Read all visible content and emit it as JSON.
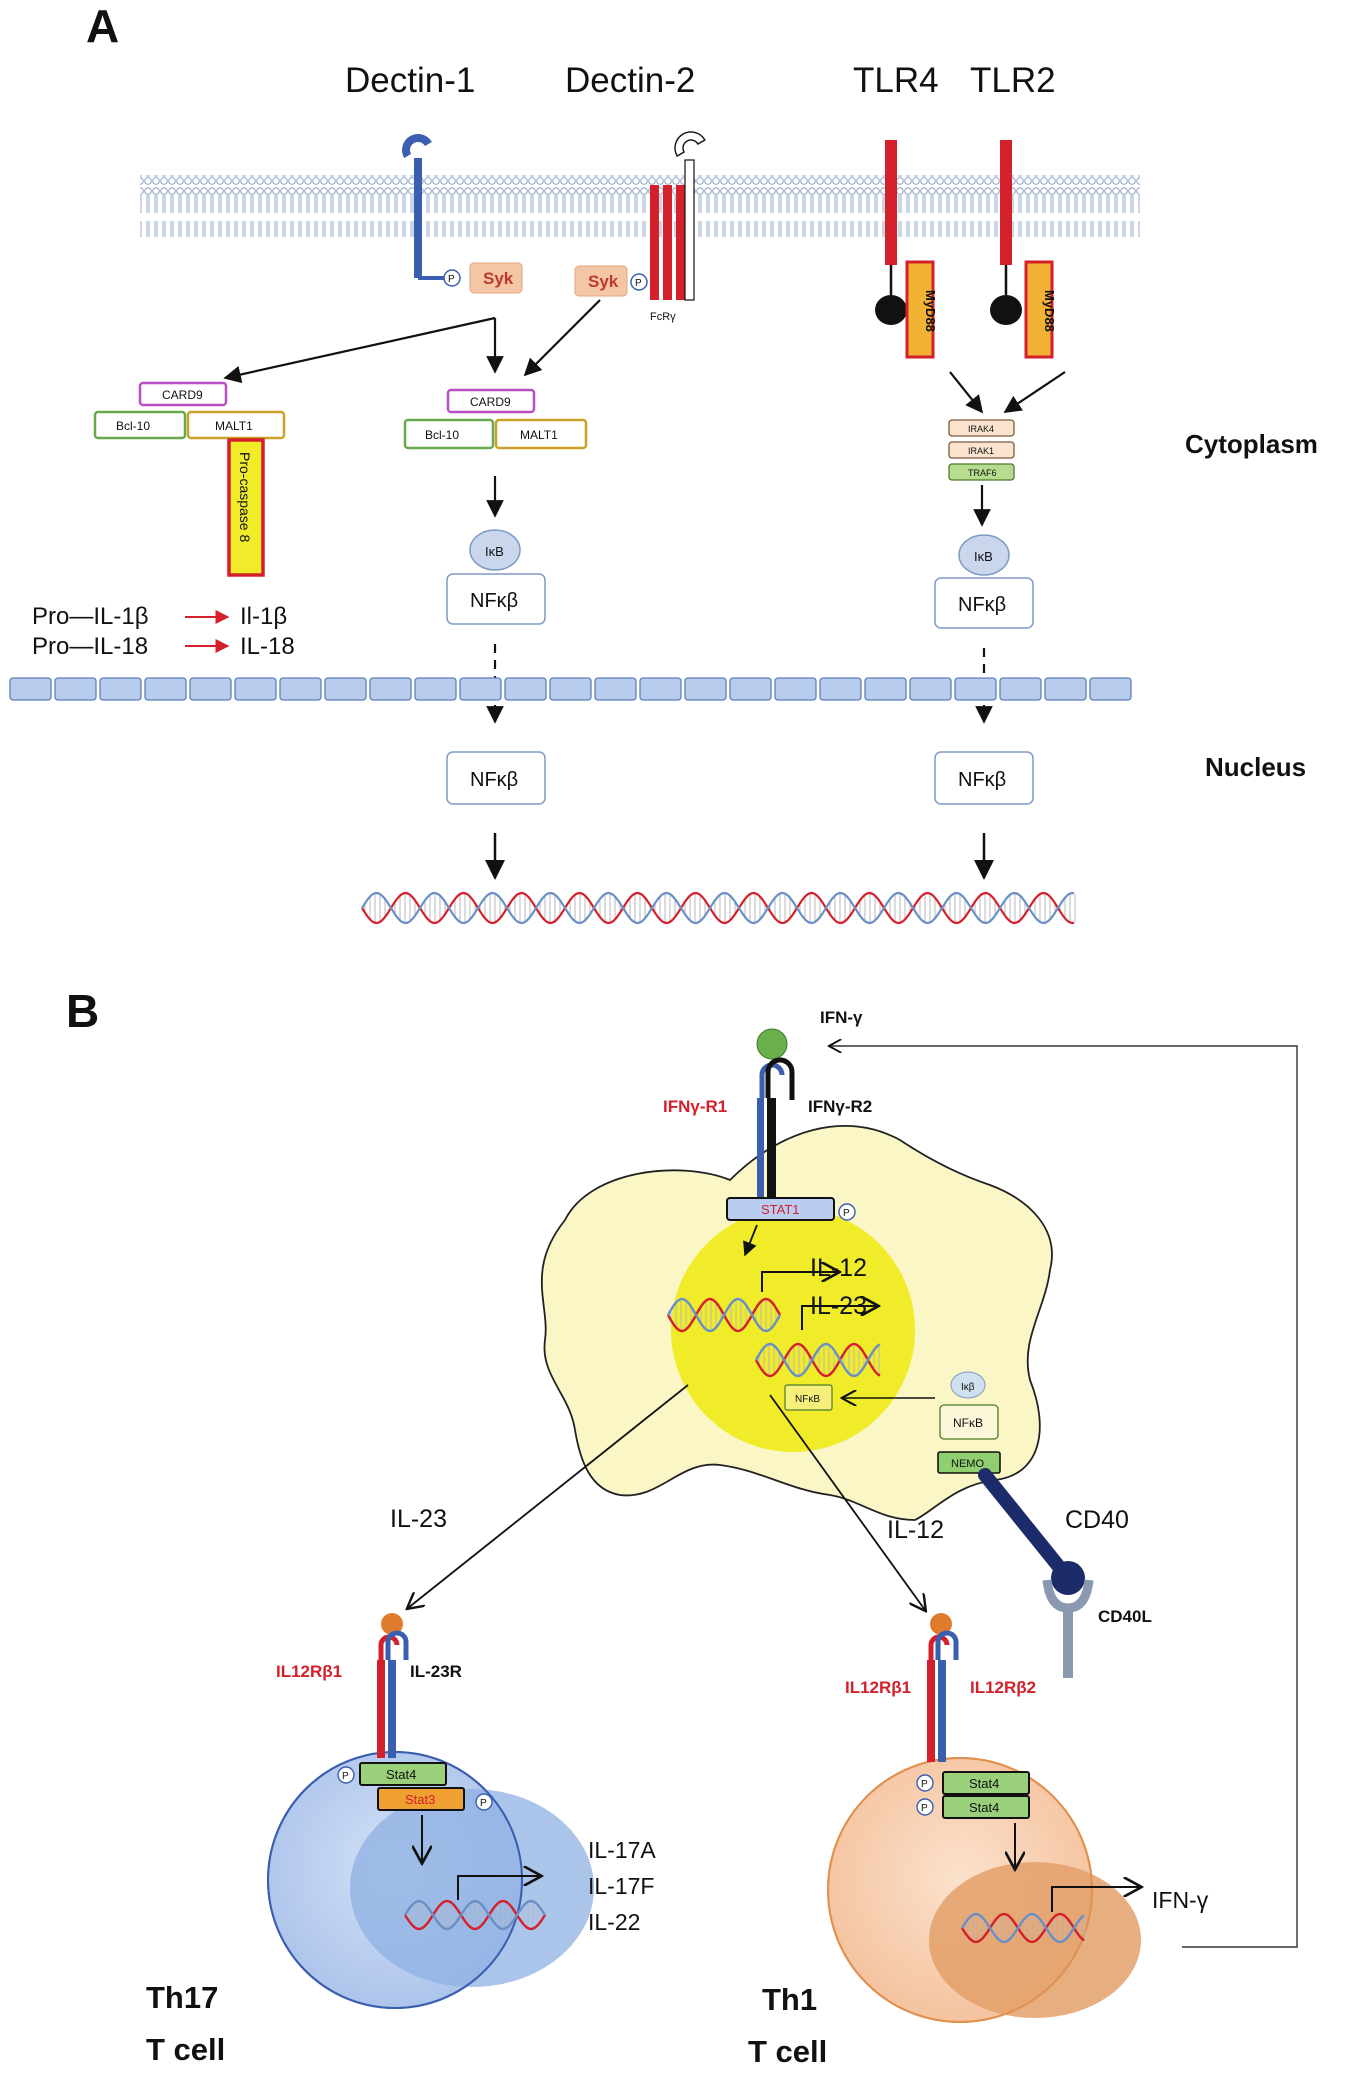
{
  "panelA": {
    "label": "A",
    "receptors": {
      "dectin1": "Dectin-1",
      "dectin2": "Dectin-2",
      "tlr4": "TLR4",
      "tlr2": "TLR2"
    },
    "fcr": "FcRγ",
    "syk": "Syk",
    "phospho": "P",
    "myd88": "MyD88",
    "card9": "CARD9",
    "bcl10": "Bcl-10",
    "malt1": "MALT1",
    "procaspase8": "Pro-caspase 8",
    "pro_il1b": "Pro—IL-1β",
    "il1b": "Il-1β",
    "pro_il18": "Pro—IL-18",
    "il18": "IL-18",
    "irak4": "IRAK4",
    "irak1": "IRAK1",
    "traf6": "TRAF6",
    "ikb": "IκB",
    "nfkb": "NFκβ",
    "cytoplasm": "Cytoplasm",
    "nucleus": "Nucleus"
  },
  "panelB": {
    "label": "B",
    "ifng_top": "IFN-γ",
    "ifngr1": "IFNγ-R1",
    "ifngr2": "IFNγ-R2",
    "stat1": "STAT1",
    "il12_out": "IL-12",
    "il23_out": "IL-23",
    "nfkb_small": "NFκB",
    "ikb_small": "Iκβ",
    "nfkb_cyto": "NFκB",
    "nemo": "NEMO",
    "cd40": "CD40",
    "cd40l": "CD40L",
    "il23_arrow": "IL-23",
    "il12_arrow": "IL-12",
    "il12rb1_left": "IL12Rβ1",
    "il23r": "IL-23R",
    "il12rb1_right": "IL12Rβ1",
    "il12rb2": "IL12Rβ2",
    "stat4": "Stat4",
    "stat3": "Stat3",
    "il17a": "IL-17A",
    "il17f": "IL-17F",
    "il22": "IL-22",
    "ifng_th1": "IFN-γ",
    "th17_line1": "Th17",
    "th17_line2": "T cell",
    "th1_line1": "Th1",
    "th1_line2": "T cell"
  },
  "colors": {
    "dectin1": "#3a5fb0",
    "receptor_red": "#d4202a",
    "syk_fill": "#f3c7a6",
    "card9_border": "#b84fc4",
    "bcl10_border": "#6aa84f",
    "malt1_border": "#c9a227",
    "myd88_fill": "#f2b233",
    "membrane": "#c9d6ec",
    "nuclear_envelope": "#b8cdee",
    "macrophage": "#fbf6c6",
    "macrophage_nucleus": "#f1ec2a",
    "th17_cell": "#b8cdef",
    "th1_cell": "#f8cfb0",
    "stat_green": "#9bd07a",
    "stat3_orange": "#f0a030",
    "ligand_green": "#6ab04c",
    "ligand_orange": "#e07b2e",
    "cd40_navy": "#1c2c6b"
  }
}
